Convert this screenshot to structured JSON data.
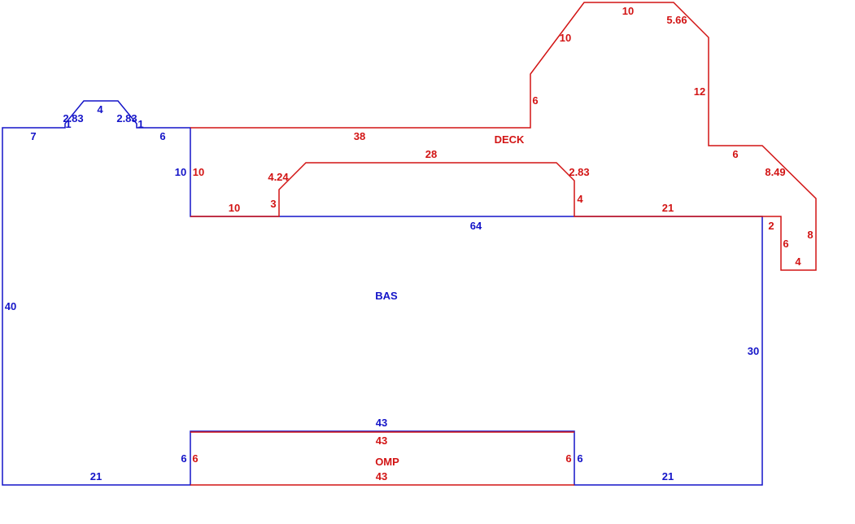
{
  "colors": {
    "bas": "#1414c8",
    "deck": "#d21414",
    "omp": "#d21414"
  },
  "areas": {
    "bas": {
      "name": "BAS",
      "color": "blue"
    },
    "deck": {
      "name": "DECK",
      "color": "red"
    },
    "omp": {
      "name": "OMP",
      "color": "red"
    }
  },
  "dimensions": {
    "bas_left": "40",
    "bas_top_left": "7",
    "bump_left_diag": "2.83",
    "bump_left_tick": "1",
    "bump_top": "4",
    "bump_right_diag": "2.83",
    "bump_right_tick": "1",
    "bas_top_right_step": "6",
    "bas_inner_vertical": "10",
    "bas_middle": "64",
    "bas_right": "30",
    "bas_bottom_left": "21",
    "bas_bottom_right": "21",
    "bas_omp_left": "6",
    "bas_omp_right": "6",
    "bas_omp_top": "43",
    "deck_left_vertical": "10",
    "deck_top_long": "38",
    "deck_bottom_short": "10",
    "deck_notch_left_vertical": "3",
    "deck_notch_left_diag": "4.24",
    "deck_notch_top": "28",
    "deck_notch_right_diag": "2.83",
    "deck_notch_right_vertical": "4",
    "deck_bottom_right": "21",
    "deck_rise": "6",
    "deck_upper_diag": "10",
    "deck_peak": "10",
    "deck_peak_diag": "5.66",
    "deck_right_vertical": "12",
    "deck_shelf": "6",
    "deck_lower_diag": "8.49",
    "deck_tail_right": "8",
    "deck_tail_bottom": "4",
    "deck_tail_inner": "6",
    "deck_tail_top": "2",
    "omp_top": "43",
    "omp_bottom": "43",
    "omp_left": "6",
    "omp_right": "6"
  }
}
